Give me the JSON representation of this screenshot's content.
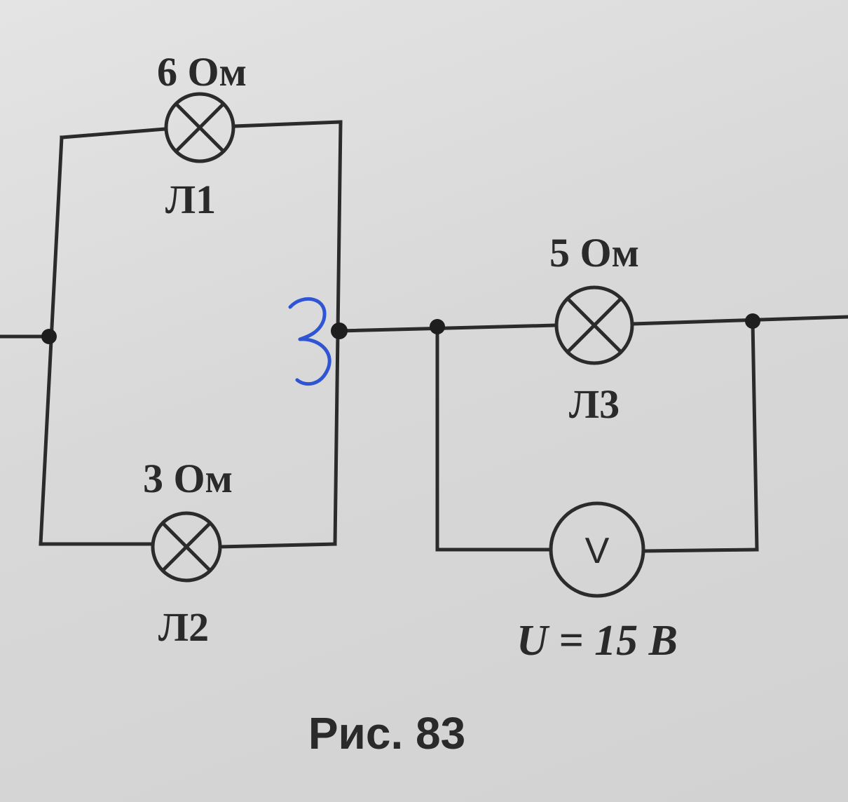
{
  "lamps": {
    "l1": {
      "resistance": "6 Ом",
      "name": "Л1"
    },
    "l2": {
      "resistance": "3 Ом",
      "name": "Л2"
    },
    "l3": {
      "resistance": "5 Ом",
      "name": "Л3"
    }
  },
  "voltmeter": {
    "symbol": "V",
    "reading": "U = 15 В"
  },
  "annotation": {
    "handwritten": "3"
  },
  "caption": "Рис. 83"
}
